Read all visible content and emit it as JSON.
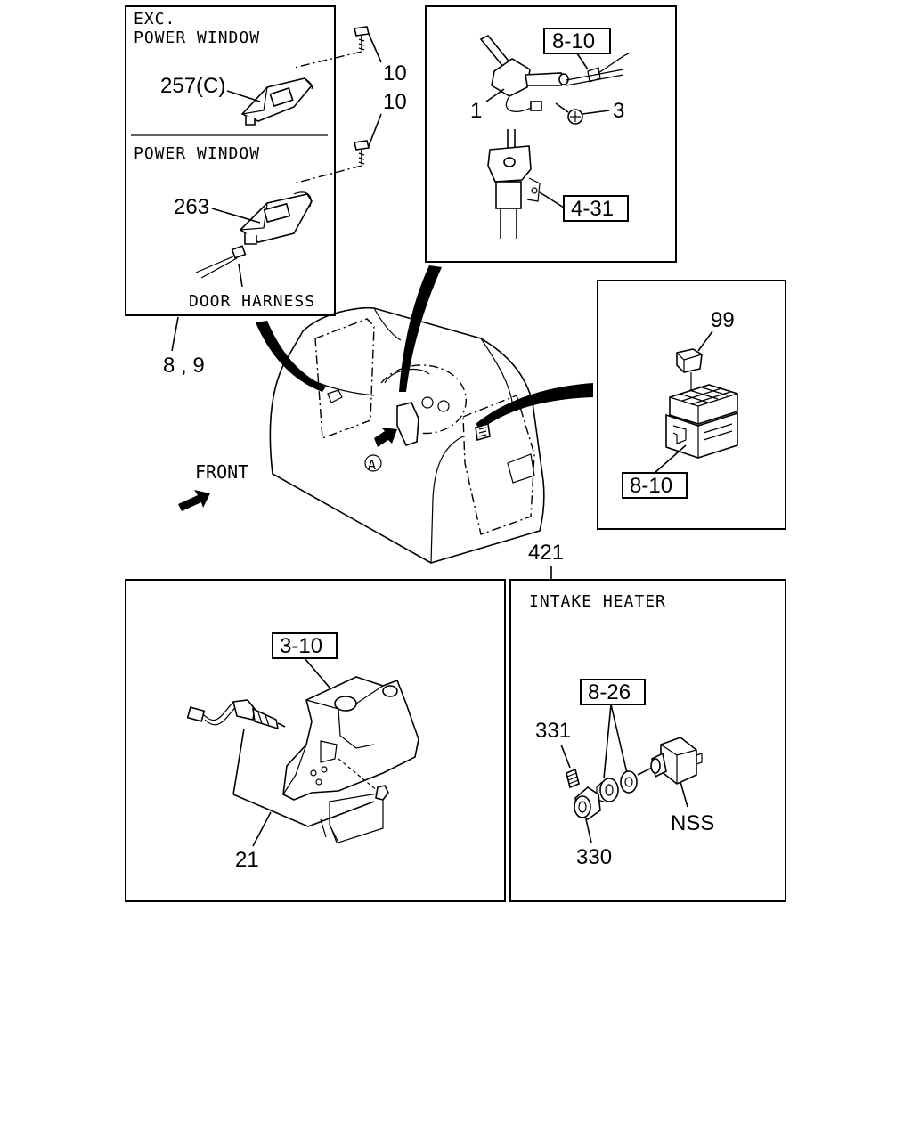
{
  "panels": {
    "window_switch": {
      "heading_exc": "EXC.",
      "heading_exc_line2": "POWER WINDOW",
      "heading_pw": "POWER WINDOW",
      "part_exc": "257(C)",
      "part_pw": "263",
      "screw_top": "10",
      "screw_bottom": "10",
      "harness": "DOOR HARNESS",
      "callout": "8 , 9"
    },
    "combination_switch": {
      "ref_top": "8-10",
      "part_switch": "1",
      "part_screw": "3",
      "ref_column": "4-31"
    },
    "relay": {
      "part_relay": "99",
      "ref_fuse_box": "8-10"
    },
    "dashboard": {
      "front_label": "FRONT",
      "view_marker": "A",
      "callout_421": "421"
    },
    "neutral_switch": {
      "ref_transmission": "3-10",
      "part_switch": "21"
    },
    "intake_heater": {
      "heading": "INTAKE HEATER",
      "ref": "8-26",
      "part_331": "331",
      "part_330": "330",
      "part_nss": "NSS"
    }
  }
}
